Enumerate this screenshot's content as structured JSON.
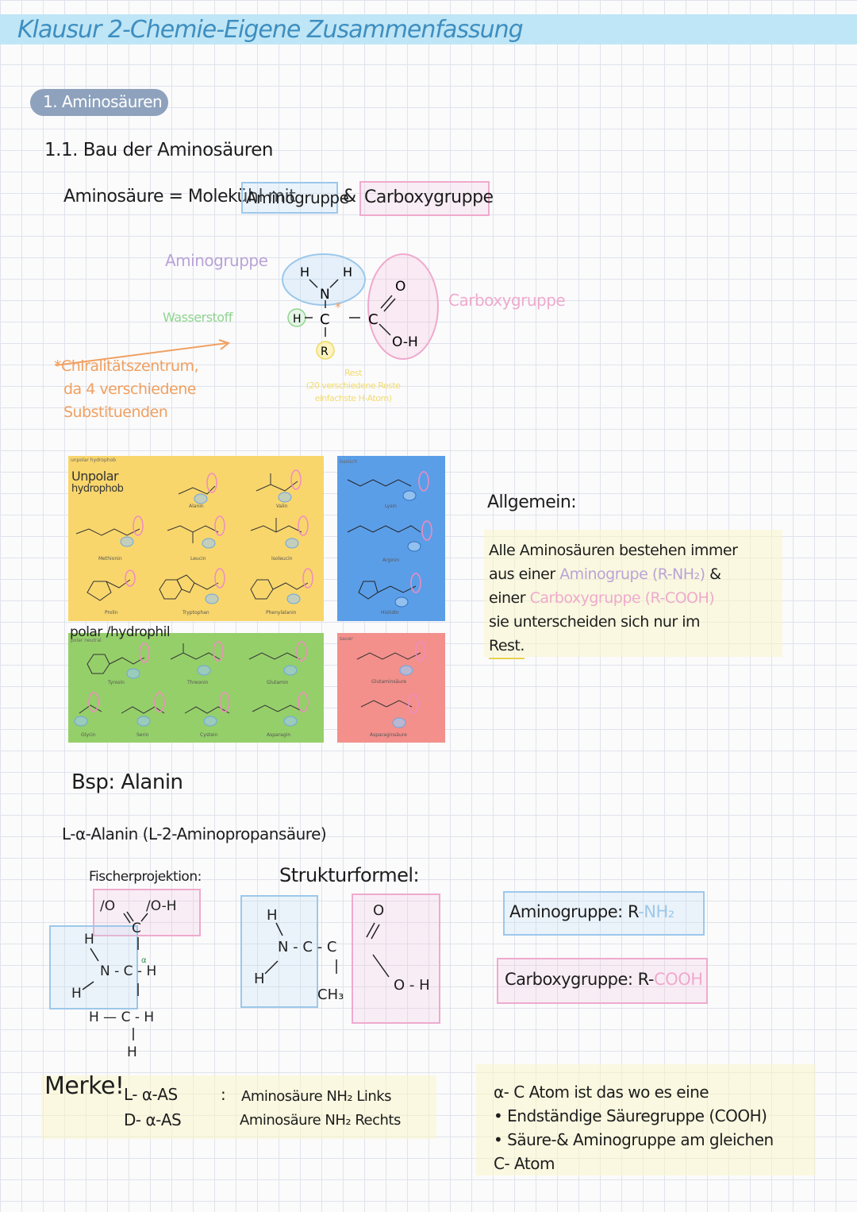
{
  "title": "Klausur 2-Chemie-Eigene Zusammenfassung",
  "section": "1. Aminosäuren",
  "subsection": "1.1. Bau der Aminosäuren",
  "definition": {
    "prefix": "Aminosäure = Molekühl mit",
    "amino": "Aminogruppe",
    "amp": "&",
    "carboxy": "Carboxygruppe"
  },
  "diagram": {
    "label_amino": "Aminogruppe",
    "label_wasserstoff": "Wasserstoff",
    "label_carboxy": "Carboxygruppe",
    "chiral_note": [
      "*Chiralitätszentrum,",
      "da 4 verschiedene",
      "Substituenden"
    ],
    "rest_note": [
      "Rest",
      "(20 verschiedene Reste",
      "einfachste H-Atom)"
    ],
    "atoms": {
      "h1": "H",
      "h2": "H",
      "n": "N",
      "h_left": "H",
      "c_center": "C",
      "star": "*",
      "r": "R",
      "c_carb": "C",
      "o_top": "O",
      "o_oh": "O-H"
    }
  },
  "chart_panel": {
    "unpolar_tag": "unpolar hydrophob",
    "unpolar_title": [
      "Unpolar",
      "hydrophob"
    ],
    "basisch_tag": "basisch",
    "polar_title": "polar /hydrophil",
    "polar_tag": "polar neutral",
    "sauer_tag": "sauer",
    "unpolar_names": [
      "Alanin",
      "Valin",
      "Methionin",
      "Leucin",
      "Isoleucin",
      "Prolin",
      "Tryptophan",
      "Phenylalanin"
    ],
    "basisch_names": [
      "Lysin",
      "Arginin",
      "Histidin"
    ],
    "polar_names": [
      "Tyrosin",
      "Threonin",
      "Glutamin",
      "Glycin",
      "Serin",
      "Cystein",
      "Asparagin"
    ],
    "sauer_names": [
      "Glutaminsäure",
      "Asparaginsäure"
    ]
  },
  "allgemein": {
    "heading": "Allgemein:",
    "lines": [
      "Alle Aminosäuren bestehen immer",
      "aus einer",
      "Aminogrupe (R-NH₂)",
      "&",
      "einer",
      "Carboxygruppe (R-COOH)",
      "sie unterscheiden sich nur im",
      "Rest."
    ]
  },
  "example": {
    "heading": "Bsp: Alanin",
    "name": "L-α-Alanin (L-2-Aminopropansäure)",
    "fischer_label": "Fischerprojektion:",
    "struktur_label": "Strukturformel:"
  },
  "legend": {
    "amino_label": "Aminogruppe:",
    "amino_formula_r": "R",
    "amino_formula_nh2": "-NH₂",
    "carboxy_label": "Carboxygruppe:",
    "carboxy_formula_r": "R-",
    "carboxy_formula_cooh": "COOH"
  },
  "merke": {
    "word": "Merke!",
    "l_row": "L- α-AS",
    "d_row": "D- α-AS",
    "colon": ":",
    "l_desc": "Aminosäure NH₂ Links",
    "d_desc": "Aminosäure NH₂ Rechts"
  },
  "alpha_note": {
    "lines": [
      "α- C Atom ist das wo es eine",
      "• Endständige Säuregruppe (COOH)",
      "• Säure-& Aminogruppe am gleichen",
      "C- Atom"
    ]
  }
}
